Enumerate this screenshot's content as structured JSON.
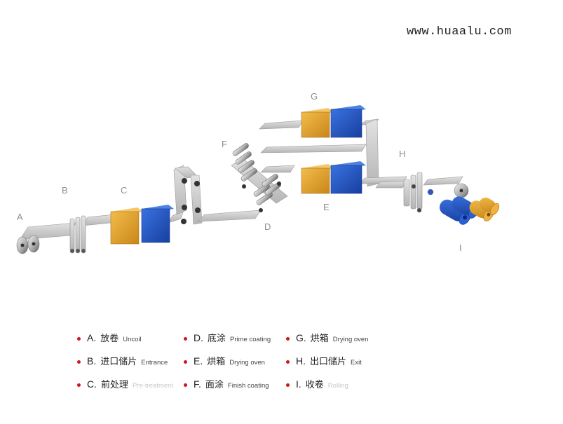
{
  "header": {
    "url": "www.huaalu.com"
  },
  "stations": [
    {
      "letter": "A"
    },
    {
      "letter": "B"
    },
    {
      "letter": "C"
    },
    {
      "letter": "D"
    },
    {
      "letter": "E"
    },
    {
      "letter": "F"
    },
    {
      "letter": "G"
    },
    {
      "letter": "H"
    },
    {
      "letter": "I"
    }
  ],
  "legend": [
    {
      "letter": "A.",
      "zh": "放卷",
      "en": "Uncoil",
      "faded": false
    },
    {
      "letter": "B.",
      "zh": "进口储片",
      "en": "Entrance",
      "faded": false
    },
    {
      "letter": "C.",
      "zh": "前处理",
      "en": "Pre-treatment",
      "faded": true
    },
    {
      "letter": "D.",
      "zh": "底涂",
      "en": "Prime coating",
      "faded": false
    },
    {
      "letter": "E.",
      "zh": "烘箱",
      "en": "Drying oven",
      "faded": false
    },
    {
      "letter": "F.",
      "zh": "面涂",
      "en": "Finish coating",
      "faded": false
    },
    {
      "letter": "G.",
      "zh": "烘箱",
      "en": "Drying oven",
      "faded": false
    },
    {
      "letter": "H.",
      "zh": "出口储片",
      "en": "Exit",
      "faded": false
    },
    {
      "letter": "I.",
      "zh": "收卷",
      "en": "Rolling",
      "faded": true
    }
  ],
  "colors": {
    "oven_orange": "#e0a028",
    "oven_blue": "#1f55c9",
    "strip": "#c9c9c9",
    "legend_dot": "#d01717"
  }
}
